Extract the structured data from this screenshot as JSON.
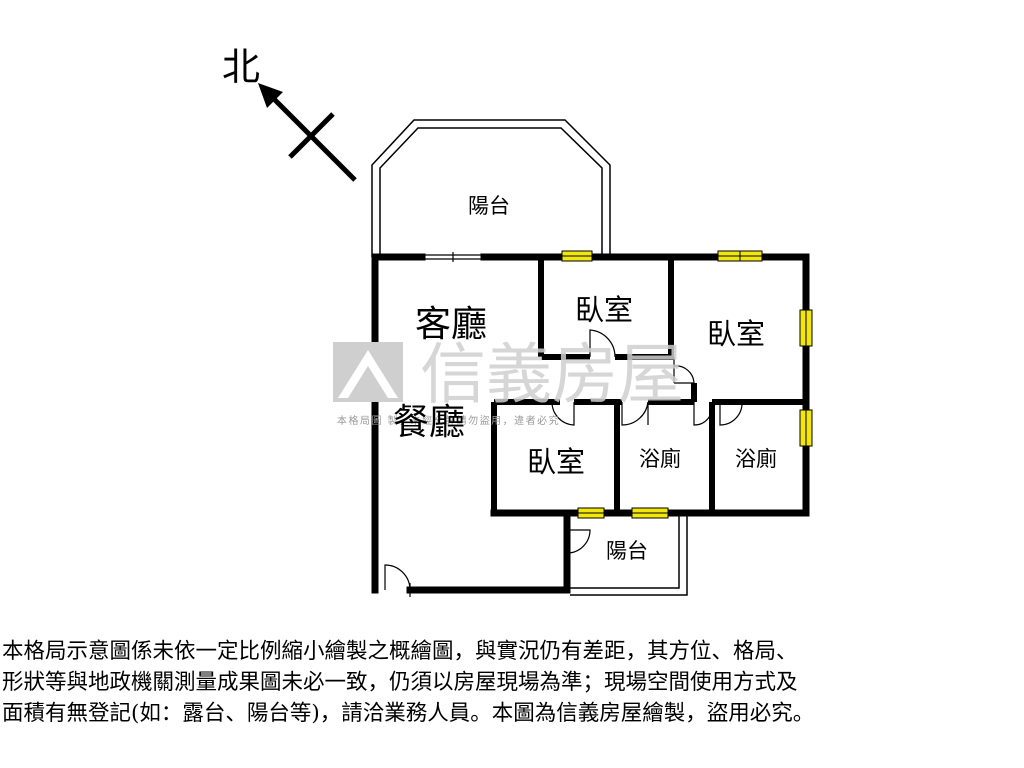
{
  "compass": {
    "label": "北"
  },
  "rooms": {
    "balcony_top": "陽台",
    "living": "客廳",
    "dining": "餐廳",
    "bedroom_top": "臥室",
    "bedroom_right": "臥室",
    "bedroom_bottom": "臥室",
    "bath_left": "浴廁",
    "bath_right": "浴廁",
    "balcony_bottom": "陽台"
  },
  "watermark": {
    "brand": "信義房屋",
    "note": "本格局圖 製，未經允許請勿盜用，違者必究"
  },
  "disclaimer": {
    "line1": "本格局示意圖係未依一定比例縮小繪製之概繪圖，與實況仍有差距，其方位、格局、",
    "line2": "形狀等與地政機關測量成果圖未必一致，仍須以房屋現場為準；現場空間使用方式及",
    "line3": "面積有無登記(如：露台、陽台等)，請洽業務人員。本圖為信義房屋繪製，盜用必究。"
  },
  "colors": {
    "wall": "#000000",
    "window_fill": "#f2e60c",
    "watermark": "#cfcfcf"
  }
}
